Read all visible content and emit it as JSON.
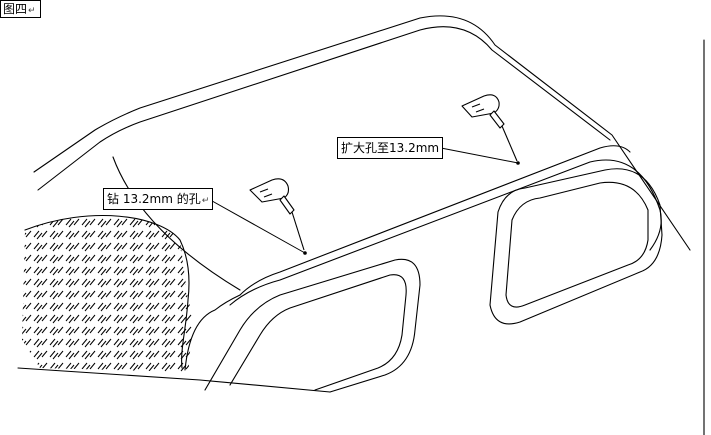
{
  "figure_label": "图四",
  "callouts": {
    "drill": "钻 13.2mm 的孔",
    "enlarge": "扩大孔至13.2mm"
  },
  "return_mark": "↵",
  "colors": {
    "line": "#000000",
    "background": "#ffffff"
  },
  "icons": [
    "drill-icon",
    "drill-icon"
  ]
}
